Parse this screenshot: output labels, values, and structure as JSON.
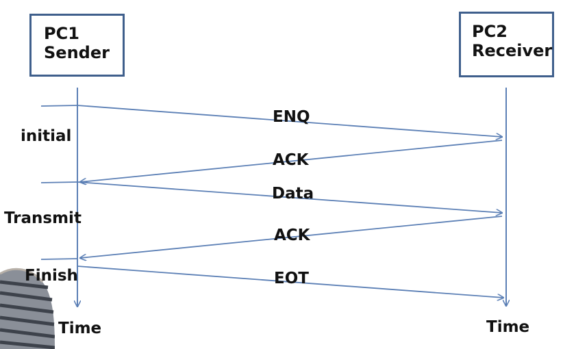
{
  "pc1": {
    "line1": "PC1",
    "line2": "Sender"
  },
  "pc2": {
    "line1": "PC2",
    "line2": "Receiver"
  },
  "phases": {
    "initial": "initial",
    "transmit": "Transmit",
    "finish": "Finish"
  },
  "messages": {
    "enq": "ENQ",
    "ack1": "ACK",
    "data": "Data",
    "ack2": "ACK",
    "eot": "EOT"
  },
  "time": {
    "left": "Time",
    "right": "Time"
  },
  "colors": {
    "line": "#5b7fb5",
    "box_border": "#3f5f8c"
  }
}
